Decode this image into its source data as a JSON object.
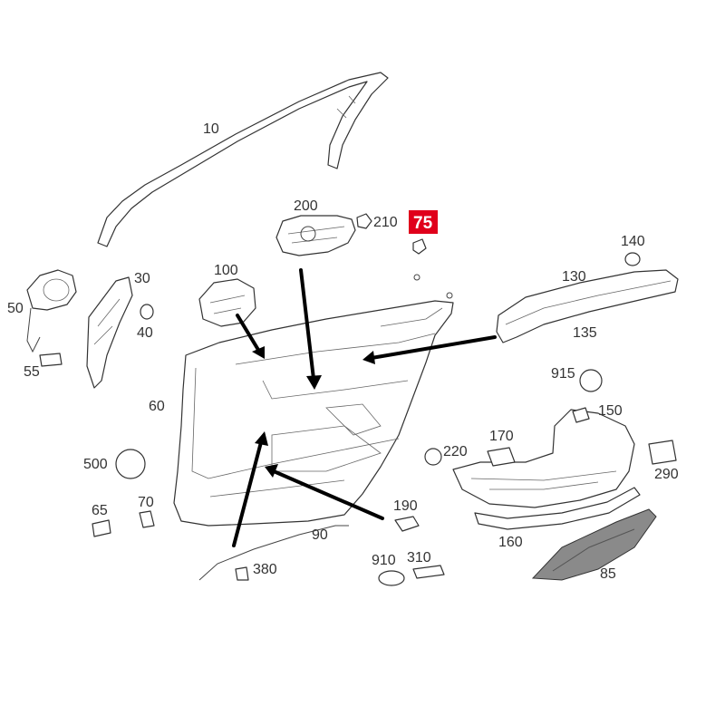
{
  "diagram": {
    "highlight_color": "#e0001b",
    "callouts": [
      {
        "id": "10",
        "label": "10"
      },
      {
        "id": "30",
        "label": "30"
      },
      {
        "id": "40",
        "label": "40"
      },
      {
        "id": "50",
        "label": "50"
      },
      {
        "id": "55",
        "label": "55"
      },
      {
        "id": "60",
        "label": "60"
      },
      {
        "id": "65",
        "label": "65"
      },
      {
        "id": "70",
        "label": "70"
      },
      {
        "id": "85",
        "label": "85"
      },
      {
        "id": "90",
        "label": "90"
      },
      {
        "id": "100",
        "label": "100"
      },
      {
        "id": "130",
        "label": "130"
      },
      {
        "id": "135",
        "label": "135"
      },
      {
        "id": "140",
        "label": "140"
      },
      {
        "id": "150",
        "label": "150"
      },
      {
        "id": "160",
        "label": "160"
      },
      {
        "id": "170",
        "label": "170"
      },
      {
        "id": "190",
        "label": "190"
      },
      {
        "id": "200",
        "label": "200"
      },
      {
        "id": "210",
        "label": "210"
      },
      {
        "id": "220",
        "label": "220"
      },
      {
        "id": "290",
        "label": "290"
      },
      {
        "id": "310",
        "label": "310"
      },
      {
        "id": "380",
        "label": "380"
      },
      {
        "id": "500",
        "label": "500"
      },
      {
        "id": "910",
        "label": "910"
      },
      {
        "id": "915",
        "label": "915"
      }
    ],
    "highlighted": {
      "label": "75"
    }
  }
}
